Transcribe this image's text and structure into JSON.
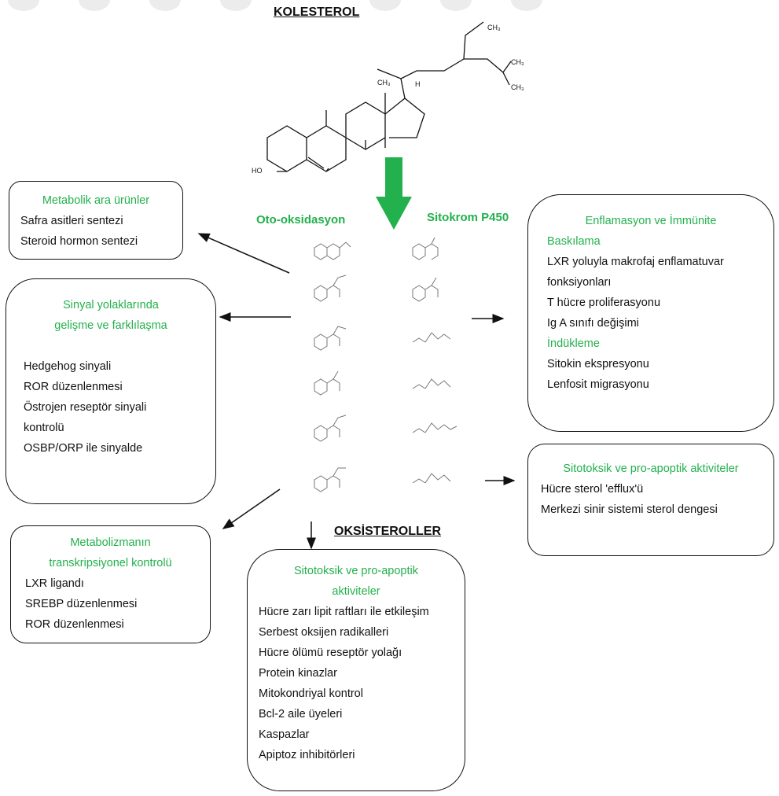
{
  "title": "KOLESTEROL",
  "pathways": {
    "left": "Oto-oksidasyon",
    "right": "Sitokrom P450"
  },
  "center_label": "OKSİSTEROLLER",
  "boxes": {
    "metabolic": {
      "head": "Metabolik ara ürünler",
      "lines": [
        "Safra asitleri sentezi",
        "Steroid hormon sentezi"
      ]
    },
    "signaling": {
      "head1": "Sinyal yolaklarında",
      "head2": "gelişme ve farklılaşma",
      "lines": [
        "Hedgehog sinyali",
        "ROR düzenlenmesi",
        "Östrojen reseptör sinyali",
        "kontrolü",
        "OSBP/ORP ile sinyalde"
      ]
    },
    "transcription": {
      "head1": "Metabolizmanın",
      "head2": "transkripsiyonel kontrolü",
      "lines": [
        "LXR ligandı",
        "SREBP düzenlenmesi",
        "ROR düzenlenmesi"
      ]
    },
    "cytotoxic_center": {
      "head1": "Sitotoksik ve pro-apoptik",
      "head2": "aktiviteler",
      "lines": [
        "Hücre zarı lipit raftları ile etkileşim",
        "Serbest oksijen radikalleri",
        "Hücre ölümü reseptör yolağı",
        "Protein kinazlar",
        "Mitokondriyal kontrol",
        "Bcl-2 aile üyeleri",
        "Kaspazlar",
        "Apiptoz inhibitörleri"
      ]
    },
    "inflammation": {
      "head": "Enflamasyon ve İmmünite",
      "sub1": "Baskılama",
      "lines1": [
        "LXR yoluyla makrofaj enflamatuvar",
        "fonksiyonları",
        "T hücre proliferasyonu",
        "Ig A sınıfı değişimi"
      ],
      "sub2": "İndükleme",
      "lines2": [
        "Sitokin ekspresyonu",
        "Lenfosit migrasyonu"
      ]
    },
    "cytotoxic_right": {
      "head": "Sitotoksik ve pro-apoptik aktiviteler",
      "lines": [
        "Hücre sterol 'efflux'ü",
        "Merkezi sinir sistemi sterol dengesi"
      ]
    }
  },
  "molecule_labels": {
    "ch3_top": "CH₃",
    "ch3_mid": "CH₃",
    "ch3_low": "CH₃",
    "ch3_ring": "CH₃",
    "h": "H",
    "ho": "HO"
  },
  "colors": {
    "accent": "#22b14c",
    "text": "#111111"
  }
}
